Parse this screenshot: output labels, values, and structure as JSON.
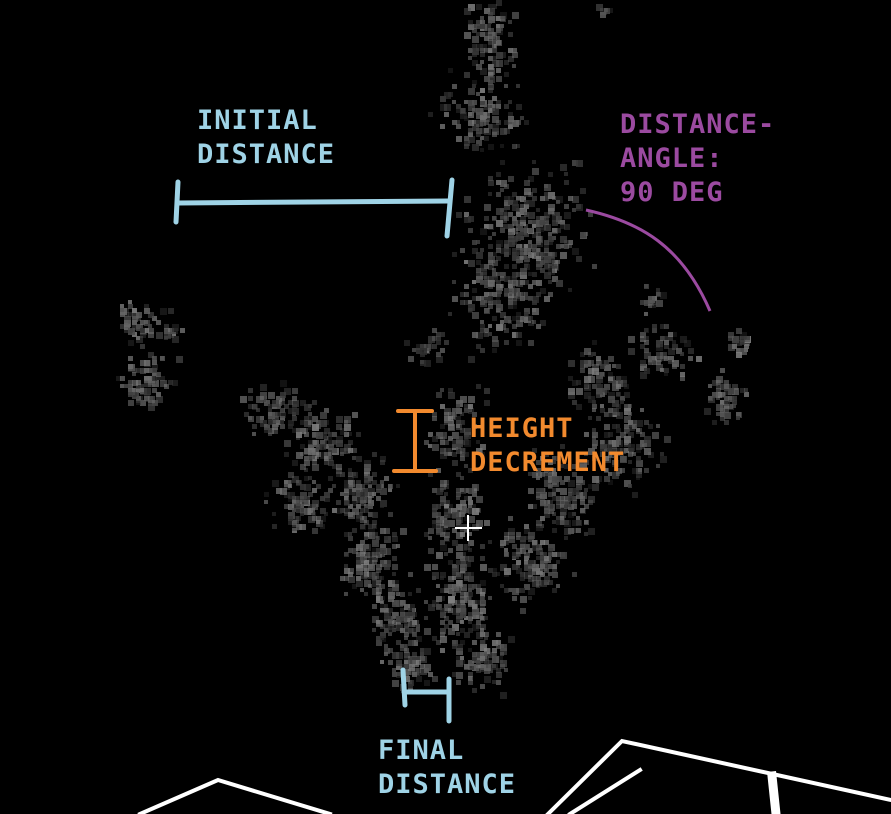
{
  "labels": {
    "initial_distance": {
      "line1": "INITIAL",
      "line2": "DISTANCE"
    },
    "distance_angle": {
      "line1": "DISTANCE-",
      "line2": "ANGLE:",
      "line3": "90 DEG"
    },
    "height_decrement": {
      "line1": "HEIGHT",
      "line2": "DECREMENT"
    },
    "final_distance": {
      "line1": "FINAL",
      "line2": "DISTANCE"
    }
  },
  "colors": {
    "background": "#000000",
    "distance_annotation": "#9fd3e6",
    "angle_annotation": "#9b4aa0",
    "height_annotation": "#f28a2e",
    "particles": "#8a8a8a",
    "crosshair": "#ffffff",
    "grid": "#ffffff"
  },
  "icons": {
    "crosshair": "crosshair-icon"
  }
}
